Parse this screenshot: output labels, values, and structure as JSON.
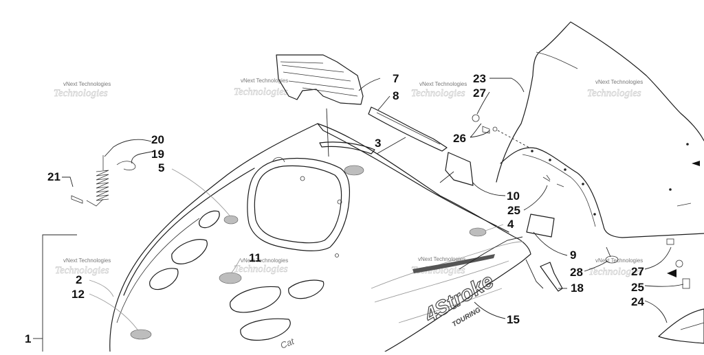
{
  "watermarks": [
    "vNext Technologies",
    "vNext Technologies",
    "vNext Technologies",
    "vNext Technologies",
    "vNext Technologies",
    "vNext Technologies",
    "vNext Technologies",
    "vNext Technologies"
  ],
  "watermark_ghost": "Technologies",
  "decal_text": {
    "main": "4Stroke",
    "sub": "TOURING",
    "lower": "Cat"
  },
  "callouts": {
    "c1": "1",
    "c2": "2",
    "c3": "3",
    "c4": "4",
    "c5": "5",
    "c7": "7",
    "c8": "8",
    "c9": "9",
    "c10": "10",
    "c11": "11",
    "c12": "12",
    "c15": "15",
    "c18": "18",
    "c19": "19",
    "c20": "20",
    "c21": "21",
    "c23": "23",
    "c24": "24",
    "c25a": "25",
    "c25b": "25",
    "c26": "26",
    "c27a": "27",
    "c27b": "27",
    "c28": "28"
  },
  "colors": {
    "line": "#1a1a1a",
    "decal_gray": "#8a8a8a",
    "watermark": "#777777"
  }
}
